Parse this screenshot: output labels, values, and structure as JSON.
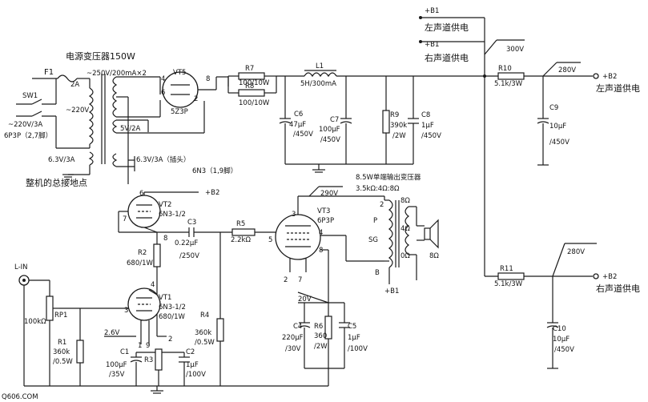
{
  "title": "电源变压器150W",
  "transformer": {
    "f1": "F1",
    "f1_rating": "2A",
    "secondary_hv": "~250V/200mA×2",
    "primary": "~220V",
    "sec_5v": "5V/2A",
    "sec_63_a": "6.3V/3A",
    "sec_63_b": "6.3V/3A（插头）",
    "sec_63_note": "6N3（1,9脚）",
    "mains": "~220V/3A",
    "ref": "6P3P（2,7脚）",
    "ground_note": "整机的总接地点",
    "sw1": "SW1"
  },
  "rectifier": {
    "name": "VT5",
    "type": "5Z3P",
    "pins": [
      "4",
      "6",
      "8",
      "2"
    ]
  },
  "filter": {
    "r7": "R7",
    "r7v": "100/10W",
    "r8": "R8",
    "r8v": "100/10W",
    "l1": "L1",
    "l1v": "5H/300mA",
    "c6": "C6",
    "c6v1": "47μF",
    "c6v2": "/450V",
    "c7": "C7",
    "c7v1": "100μF",
    "c7v2": "/450V",
    "r9": "R9",
    "r9v1": "390k",
    "r9v2": "/2W",
    "c8": "C8",
    "c8v1": "1μF",
    "c8v2": "/450V"
  },
  "supply_labels": {
    "b1_top": "+B1",
    "left_ch": "左声道供电",
    "b1_mid": "+B1",
    "right_ch": "右声道供电",
    "v300": "300V",
    "r10": "R10",
    "r10v": "5.1k/3W",
    "v280a": "280V",
    "b2a": "+B2",
    "left_out": "左声道供电",
    "c9": "C9",
    "c9v1": "10μF",
    "c9v2": "/450V",
    "r11": "R11",
    "r11v": "5.1k/3W",
    "v280b": "280V",
    "b2b": "+B2",
    "right_out": "右声道供电",
    "c10": "C10",
    "c10v1": "10μF",
    "c10v2": "/450V"
  },
  "amp": {
    "vt2": "VT2",
    "vt2t": "6N3-1/2",
    "b2": "+B2",
    "p6": "6",
    "p7": "7",
    "p8": "8",
    "r2": "R2",
    "r2v": "680/1W",
    "c3": "C3",
    "c3v": "0.22μF",
    "c3v2": "/250V",
    "r5": "R5",
    "r5v": "2.2kΩ",
    "p5": "5",
    "vt3": "VT3",
    "vt3t": "6P3P",
    "v290": "290V",
    "p3": "3",
    "p4": "4",
    "p8b": "8",
    "p2": "2",
    "p7b": "7",
    "otx": "8.5W单端输出变压器",
    "otx_taps": "3.5kΩ:4Ω:8Ω",
    "tap_2": "2",
    "tap_p": "P",
    "tap_sg": "SG",
    "tap_b": "B",
    "b1": "+B1",
    "ohm8": "8Ω",
    "ohm4": "4Ω",
    "ohm0": "0Ω",
    "spk": "8Ω",
    "lin": "L-IN",
    "rp1": "RP1",
    "rp1v": "100kΩ",
    "r1": "R1",
    "r1v1": "360k",
    "r1v2": "/0.5W",
    "vt1": "VT1",
    "vt1t": "6N3-1/2",
    "vt1r": "680/1W",
    "p4a": "4",
    "p3a": "3",
    "p1": "1",
    "p9": "9",
    "p2a": "2",
    "v26": "2.6V",
    "c1": "C1",
    "c1v1": "100μF",
    "c1v2": "/35V",
    "r3": "R3",
    "c2": "C2",
    "c2v1": "1μF",
    "c2v2": "/100V",
    "r4": "R4",
    "r4v1": "360k",
    "r4v2": "/0.5W",
    "v20": "20V",
    "c4": "C4",
    "c4v1": "220μF",
    "c4v2": "/30V",
    "r6": "R6",
    "r6v1": "360",
    "r6v2": "/2W",
    "c5": "C5",
    "c5v1": "1μF",
    "c5v2": "/100V"
  },
  "watermark": "Q606.COM"
}
